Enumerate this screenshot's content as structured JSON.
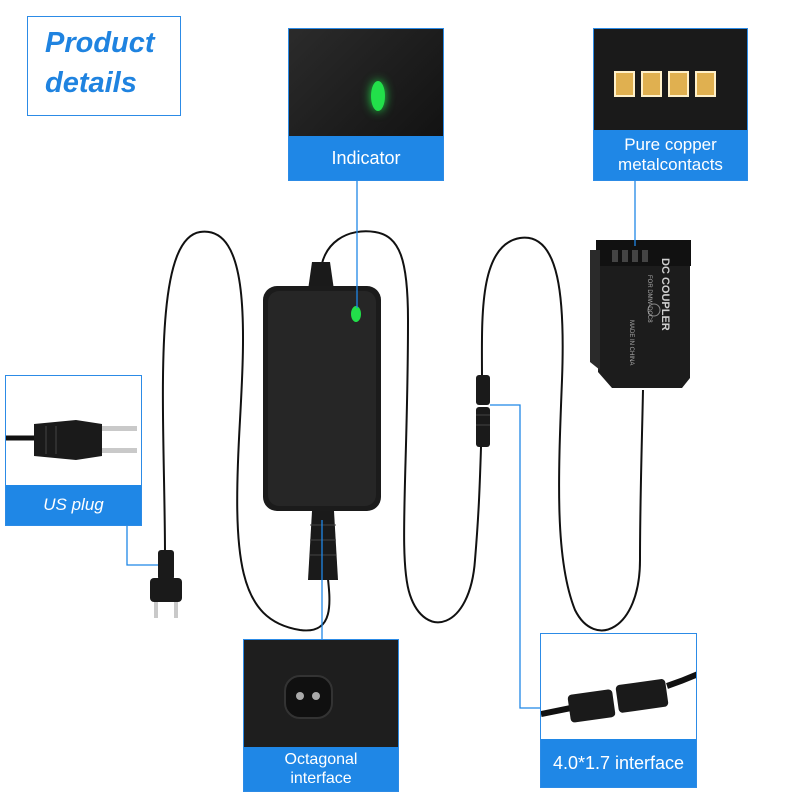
{
  "title": {
    "line1": "Product",
    "line2": "details"
  },
  "callouts": {
    "indicator": "Indicator",
    "contacts_line1": "Pure copper",
    "contacts_line2": "metalcontacts",
    "us_plug": "US plug",
    "octagonal_line1": "Octagonal",
    "octagonal_line2": "interface",
    "dc_interface": "4.0*1.7 interface"
  },
  "coupler_text": {
    "main": "DC COUPLER",
    "model": "FOR DMW-DCC8",
    "origin": "MADE IN CHINA"
  },
  "colors": {
    "accent": "#1f87e6",
    "indicator_led": "#22e04a",
    "device_body": "#1b1b1b",
    "contacts": "#e0b050"
  }
}
